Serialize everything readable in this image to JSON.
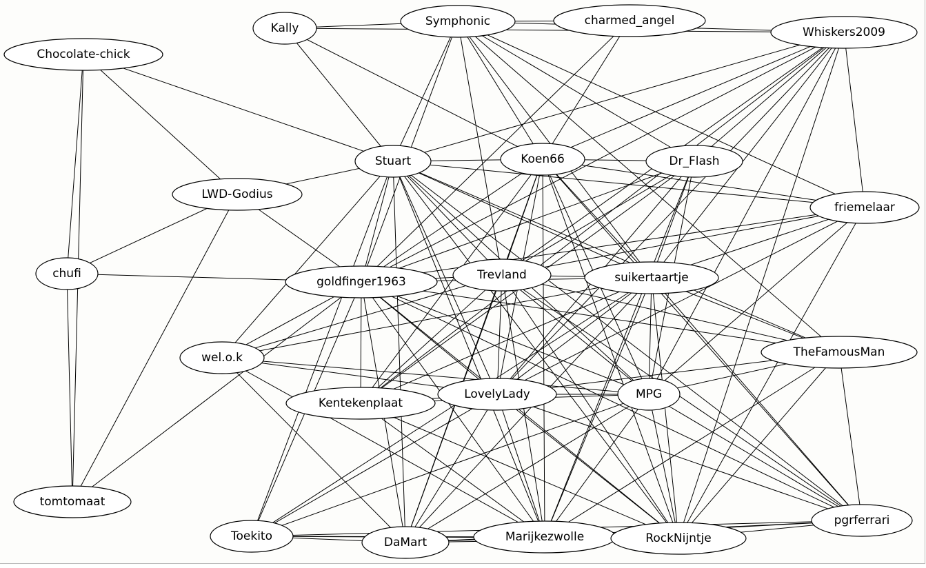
{
  "nodes": [
    {
      "id": "Kally",
      "label": "Kally"
    },
    {
      "id": "Symphonic",
      "label": "Symphonic"
    },
    {
      "id": "charmed_angel",
      "label": "charmed_angel"
    },
    {
      "id": "Whiskers2009",
      "label": "Whiskers2009"
    },
    {
      "id": "Chocolate-chick",
      "label": "Chocolate-chick"
    },
    {
      "id": "Stuart",
      "label": "Stuart"
    },
    {
      "id": "Koen66",
      "label": "Koen66"
    },
    {
      "id": "Dr_Flash",
      "label": "Dr_Flash"
    },
    {
      "id": "friemelaar",
      "label": "friemelaar"
    },
    {
      "id": "LWD-Godius",
      "label": "LWD-Godius"
    },
    {
      "id": "chufi",
      "label": "chufi"
    },
    {
      "id": "goldfinger1963",
      "label": "goldfinger1963"
    },
    {
      "id": "Trevland",
      "label": "Trevland"
    },
    {
      "id": "suikertaartje",
      "label": "suikertaartje"
    },
    {
      "id": "TheFamousMan",
      "label": "TheFamousMan"
    },
    {
      "id": "wel.o.k",
      "label": "wel.o.k"
    },
    {
      "id": "Kentekenplaat",
      "label": "Kentekenplaat"
    },
    {
      "id": "LovelyLady",
      "label": "LovelyLady"
    },
    {
      "id": "MPG",
      "label": "MPG"
    },
    {
      "id": "tomtomaat",
      "label": "tomtomaat"
    },
    {
      "id": "pgrferrari",
      "label": "pgrferrari"
    },
    {
      "id": "Toekito",
      "label": "Toekito"
    },
    {
      "id": "DaMart",
      "label": "DaMart"
    },
    {
      "id": "Marijkezwolle",
      "label": "Marijkezwolle"
    },
    {
      "id": "RockNijntje",
      "label": "RockNijntje"
    }
  ],
  "edges": [
    [
      "Kally",
      "Symphonic"
    ],
    [
      "Kally",
      "Whiskers2009"
    ],
    [
      "Kally",
      "Stuart"
    ],
    [
      "Kally",
      "Koen66"
    ],
    [
      "Symphonic",
      "charmed_angel"
    ],
    [
      "Symphonic",
      "Whiskers2009"
    ],
    [
      "Symphonic",
      "Stuart"
    ],
    [
      "Symphonic",
      "Koen66"
    ],
    [
      "Symphonic",
      "Dr_Flash"
    ],
    [
      "Symphonic",
      "friemelaar"
    ],
    [
      "Symphonic",
      "goldfinger1963"
    ],
    [
      "Symphonic",
      "Trevland"
    ],
    [
      "Symphonic",
      "suikertaartje"
    ],
    [
      "Symphonic",
      "TheFamousMan"
    ],
    [
      "charmed_angel",
      "Koen66"
    ],
    [
      "charmed_angel",
      "goldfinger1963"
    ],
    [
      "Whiskers2009",
      "Stuart"
    ],
    [
      "Whiskers2009",
      "Koen66"
    ],
    [
      "Whiskers2009",
      "Dr_Flash"
    ],
    [
      "Whiskers2009",
      "friemelaar"
    ],
    [
      "Whiskers2009",
      "goldfinger1963"
    ],
    [
      "Whiskers2009",
      "Trevland"
    ],
    [
      "Whiskers2009",
      "suikertaartje"
    ],
    [
      "Whiskers2009",
      "MPG"
    ],
    [
      "Whiskers2009",
      "LovelyLady"
    ],
    [
      "Whiskers2009",
      "RockNijntje"
    ],
    [
      "Whiskers2009",
      "Kentekenplaat"
    ],
    [
      "Chocolate-chick",
      "Stuart"
    ],
    [
      "Chocolate-chick",
      "LWD-Godius"
    ],
    [
      "Chocolate-chick",
      "chufi"
    ],
    [
      "Chocolate-chick",
      "tomtomaat"
    ],
    [
      "Stuart",
      "Koen66"
    ],
    [
      "Stuart",
      "LWD-Godius"
    ],
    [
      "Stuart",
      "goldfinger1963"
    ],
    [
      "Stuart",
      "Trevland"
    ],
    [
      "Stuart",
      "suikertaartje"
    ],
    [
      "Stuart",
      "wel.o.k"
    ],
    [
      "Stuart",
      "LovelyLady"
    ],
    [
      "Stuart",
      "MPG"
    ],
    [
      "Stuart",
      "DaMart"
    ],
    [
      "Stuart",
      "Marijkezwolle"
    ],
    [
      "Stuart",
      "RockNijntje"
    ],
    [
      "Stuart",
      "Toekito"
    ],
    [
      "Stuart",
      "TheFamousMan"
    ],
    [
      "Stuart",
      "friemelaar"
    ],
    [
      "Stuart",
      "pgrferrari"
    ],
    [
      "Koen66",
      "Dr_Flash"
    ],
    [
      "Koen66",
      "friemelaar"
    ],
    [
      "Koen66",
      "goldfinger1963"
    ],
    [
      "Koen66",
      "Trevland"
    ],
    [
      "Koen66",
      "suikertaartje"
    ],
    [
      "Koen66",
      "LovelyLady"
    ],
    [
      "Koen66",
      "MPG"
    ],
    [
      "Koen66",
      "Marijkezwolle"
    ],
    [
      "Koen66",
      "RockNijntje"
    ],
    [
      "Koen66",
      "Kentekenplaat"
    ],
    [
      "Koen66",
      "DaMart"
    ],
    [
      "Koen66",
      "pgrferrari"
    ],
    [
      "Dr_Flash",
      "goldfinger1963"
    ],
    [
      "Dr_Flash",
      "Trevland"
    ],
    [
      "Dr_Flash",
      "MPG"
    ],
    [
      "Dr_Flash",
      "LovelyLady"
    ],
    [
      "Dr_Flash",
      "Marijkezwolle"
    ],
    [
      "Dr_Flash",
      "Kentekenplaat"
    ],
    [
      "Dr_Flash",
      "suikertaartje"
    ],
    [
      "friemelaar",
      "Trevland"
    ],
    [
      "friemelaar",
      "goldfinger1963"
    ],
    [
      "friemelaar",
      "suikertaartje"
    ],
    [
      "friemelaar",
      "MPG"
    ],
    [
      "friemelaar",
      "LovelyLady"
    ],
    [
      "friemelaar",
      "RockNijntje"
    ],
    [
      "LWD-Godius",
      "chufi"
    ],
    [
      "LWD-Godius",
      "goldfinger1963"
    ],
    [
      "LWD-Godius",
      "tomtomaat"
    ],
    [
      "chufi",
      "goldfinger1963"
    ],
    [
      "chufi",
      "tomtomaat"
    ],
    [
      "goldfinger1963",
      "Trevland"
    ],
    [
      "goldfinger1963",
      "suikertaartje"
    ],
    [
      "goldfinger1963",
      "wel.o.k"
    ],
    [
      "goldfinger1963",
      "Kentekenplaat"
    ],
    [
      "goldfinger1963",
      "LovelyLady"
    ],
    [
      "goldfinger1963",
      "MPG"
    ],
    [
      "goldfinger1963",
      "tomtomaat"
    ],
    [
      "goldfinger1963",
      "Toekito"
    ],
    [
      "goldfinger1963",
      "DaMart"
    ],
    [
      "goldfinger1963",
      "Marijkezwolle"
    ],
    [
      "goldfinger1963",
      "RockNijntje"
    ],
    [
      "goldfinger1963",
      "TheFamousMan"
    ],
    [
      "goldfinger1963",
      "pgrferrari"
    ],
    [
      "Trevland",
      "suikertaartje"
    ],
    [
      "Trevland",
      "wel.o.k"
    ],
    [
      "Trevland",
      "Kentekenplaat"
    ],
    [
      "Trevland",
      "LovelyLady"
    ],
    [
      "Trevland",
      "MPG"
    ],
    [
      "Trevland",
      "DaMart"
    ],
    [
      "Trevland",
      "Marijkezwolle"
    ],
    [
      "Trevland",
      "RockNijntje"
    ],
    [
      "Trevland",
      "pgrferrari"
    ],
    [
      "Trevland",
      "TheFamousMan"
    ],
    [
      "suikertaartje",
      "wel.o.k"
    ],
    [
      "suikertaartje",
      "Kentekenplaat"
    ],
    [
      "suikertaartje",
      "LovelyLady"
    ],
    [
      "suikertaartje",
      "MPG"
    ],
    [
      "suikertaartje",
      "DaMart"
    ],
    [
      "suikertaartje",
      "Marijkezwolle"
    ],
    [
      "suikertaartje",
      "RockNijntje"
    ],
    [
      "suikertaartje",
      "pgrferrari"
    ],
    [
      "suikertaartje",
      "Toekito"
    ],
    [
      "suikertaartje",
      "TheFamousMan"
    ],
    [
      "TheFamousMan",
      "LovelyLady"
    ],
    [
      "TheFamousMan",
      "MPG"
    ],
    [
      "TheFamousMan",
      "Marijkezwolle"
    ],
    [
      "TheFamousMan",
      "RockNijntje"
    ],
    [
      "TheFamousMan",
      "pgrferrari"
    ],
    [
      "wel.o.k",
      "LovelyLady"
    ],
    [
      "wel.o.k",
      "MPG"
    ],
    [
      "wel.o.k",
      "DaMart"
    ],
    [
      "wel.o.k",
      "Marijkezwolle"
    ],
    [
      "Kentekenplaat",
      "LovelyLady"
    ],
    [
      "Kentekenplaat",
      "MPG"
    ],
    [
      "Kentekenplaat",
      "RockNijntje"
    ],
    [
      "Kentekenplaat",
      "Marijkezwolle"
    ],
    [
      "LovelyLady",
      "MPG"
    ],
    [
      "LovelyLady",
      "Toekito"
    ],
    [
      "LovelyLady",
      "DaMart"
    ],
    [
      "LovelyLady",
      "Marijkezwolle"
    ],
    [
      "LovelyLady",
      "RockNijntje"
    ],
    [
      "LovelyLady",
      "pgrferrari"
    ],
    [
      "MPG",
      "Toekito"
    ],
    [
      "MPG",
      "DaMart"
    ],
    [
      "MPG",
      "Marijkezwolle"
    ],
    [
      "MPG",
      "RockNijntje"
    ],
    [
      "MPG",
      "pgrferrari"
    ],
    [
      "Toekito",
      "DaMart"
    ],
    [
      "Toekito",
      "Marijkezwolle"
    ],
    [
      "Toekito",
      "RockNijntje"
    ],
    [
      "Toekito",
      "pgrferrari"
    ],
    [
      "DaMart",
      "Marijkezwolle"
    ],
    [
      "DaMart",
      "RockNijntje"
    ],
    [
      "DaMart",
      "pgrferrari"
    ],
    [
      "Marijkezwolle",
      "RockNijntje"
    ],
    [
      "Marijkezwolle",
      "pgrferrari"
    ],
    [
      "RockNijntje",
      "pgrferrari"
    ]
  ]
}
